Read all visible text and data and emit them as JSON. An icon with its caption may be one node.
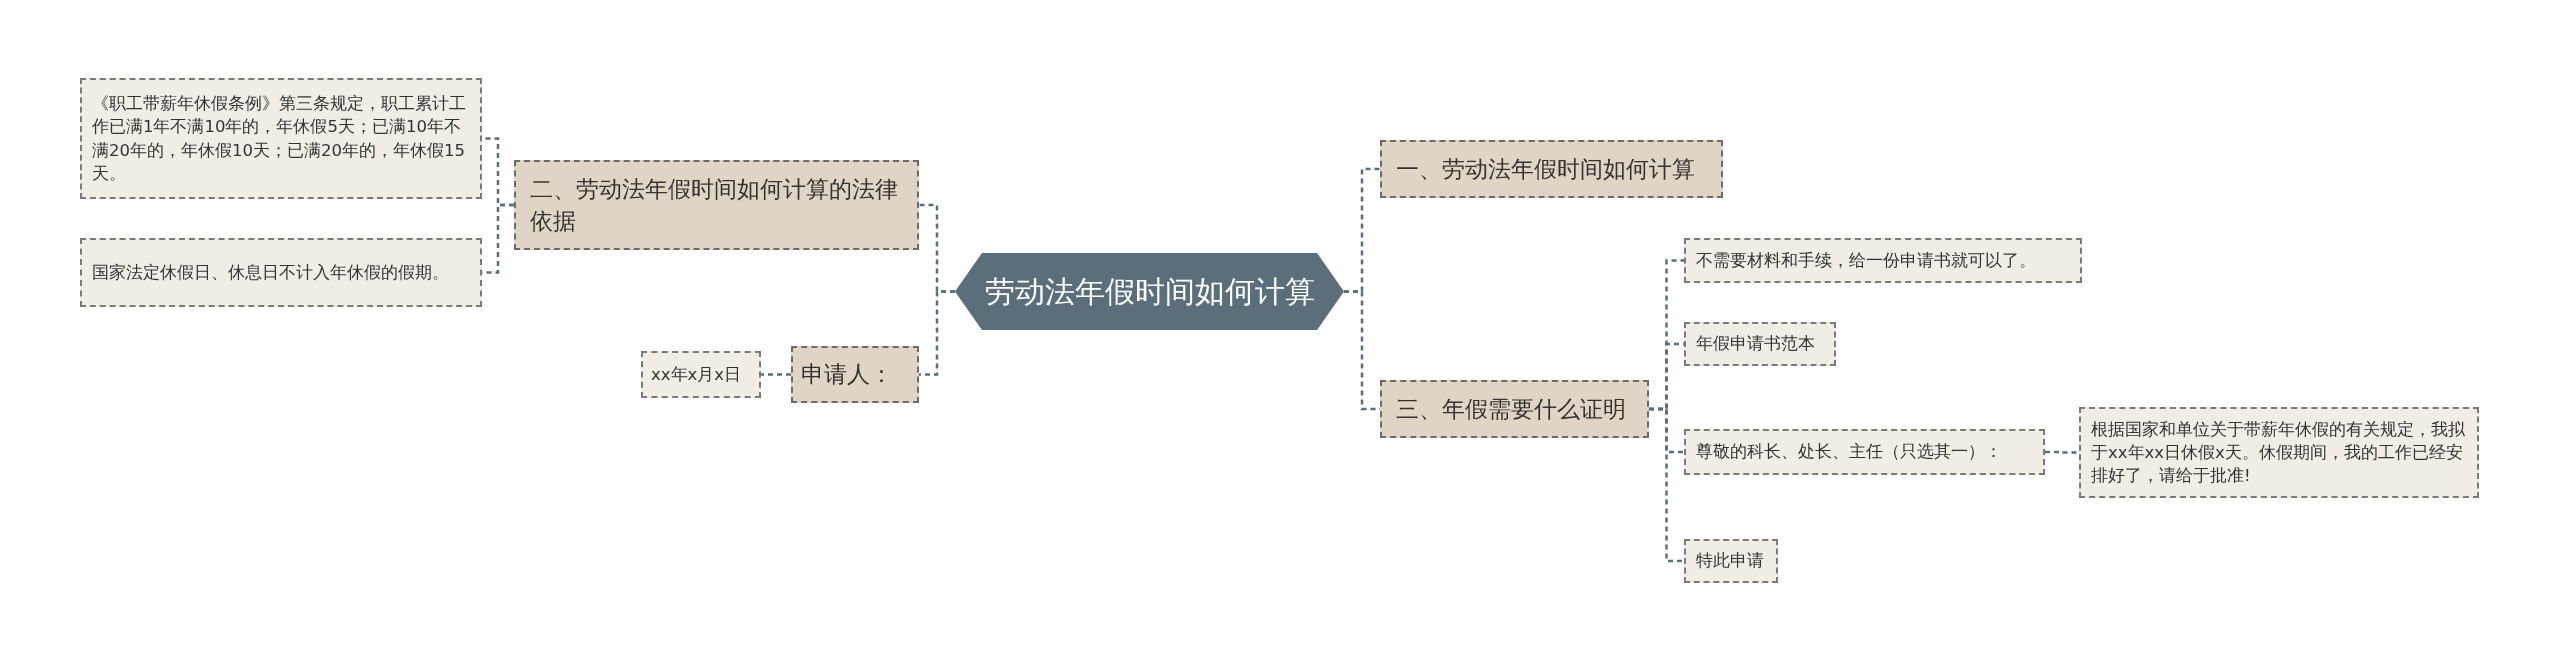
{
  "diagram": {
    "nodes": [
      {
        "text": [
          "劳动法年假时间如何计算"
        ]
      },
      {
        "text": [
          "二、劳动法年假时间如何计算的法律依据"
        ]
      },
      {
        "text": [
          "《职工带薪年休假条例》第三条规定，职工累计工作已满1年不满10年的，年休假5天；已满10年不满20年的，年休假10天；已满20年的，年休假15天。"
        ]
      },
      {
        "text": [
          "国家法定休假日、休息日不计入年休假的假期。"
        ]
      },
      {
        "text": [
          "申请人："
        ]
      },
      {
        "text": [
          "xx年x月x日"
        ]
      },
      {
        "text": [
          "一、劳动法年假时间如何计算"
        ]
      },
      {
        "text": [
          "三、年假需要什么证明"
        ]
      },
      {
        "text": [
          "不需要材料和手续，给一份申请书就可以了。"
        ]
      },
      {
        "text": [
          "年假申请书范本"
        ]
      },
      {
        "text": [
          "尊敬的科长、处长、主任（只选其一）："
        ]
      },
      {
        "text": [
          "根据国家和单位关于带薪年休假的有关规定，我拟于xx年xx日休假x天。休假期间，我的工作已经安排好了，请给于批准!"
        ]
      },
      {
        "text": [
          "特此申请"
        ]
      }
    ],
    "edges": [
      {
        "from": 0,
        "to": 1,
        "arrow": "none"
      },
      {
        "from": 1,
        "to": 2,
        "arrow": "none"
      },
      {
        "from": 1,
        "to": 3,
        "arrow": "none"
      },
      {
        "from": 0,
        "to": 4,
        "arrow": "none"
      },
      {
        "from": 4,
        "to": 5,
        "arrow": "none"
      },
      {
        "from": 0,
        "to": 6,
        "arrow": "none"
      },
      {
        "from": 0,
        "to": 7,
        "arrow": "none"
      },
      {
        "from": 7,
        "to": 8,
        "arrow": "none"
      },
      {
        "from": 7,
        "to": 9,
        "arrow": "none"
      },
      {
        "from": 7,
        "to": 10,
        "arrow": "none"
      },
      {
        "from": 10,
        "to": 11,
        "arrow": "none"
      },
      {
        "from": 7,
        "to": 12,
        "arrow": "none"
      }
    ]
  }
}
